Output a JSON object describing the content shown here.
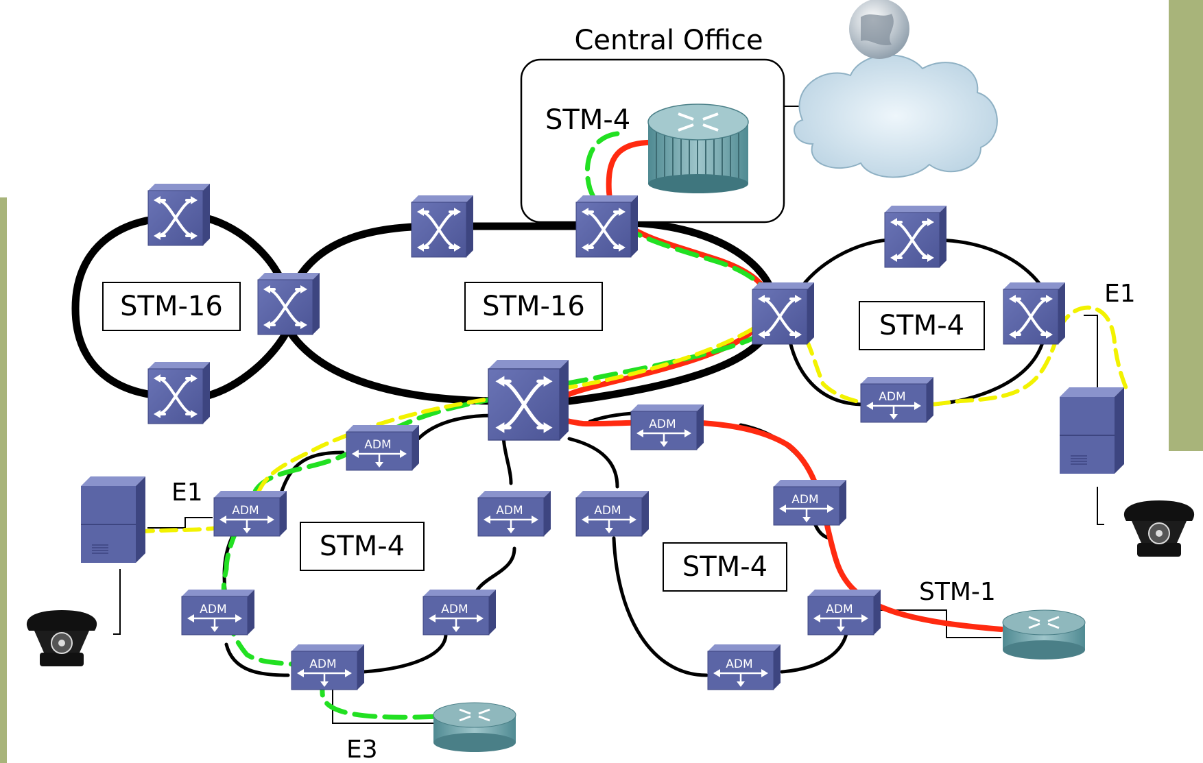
{
  "labels": {
    "central_office": "Central Office",
    "stm4_co": "STM-4",
    "ring_left": "STM-16",
    "ring_mid": "STM-16",
    "ring_right": "STM-4",
    "ring_bl": "STM-4",
    "ring_br": "STM-4",
    "e1_right": "E1",
    "e1_left": "E1",
    "stm1": "STM-1",
    "e3": "E3"
  },
  "adm_label": "ADM",
  "adm_nodes": [
    {
      "name": "adm-right-ring"
    },
    {
      "name": "adm-center-top-left"
    },
    {
      "name": "adm-center-top-right"
    },
    {
      "name": "adm-left-1"
    },
    {
      "name": "adm-mid-1"
    },
    {
      "name": "adm-mid-2"
    },
    {
      "name": "adm-right-1"
    },
    {
      "name": "adm-left-2"
    },
    {
      "name": "adm-mid-3"
    },
    {
      "name": "adm-right-2"
    },
    {
      "name": "adm-bottom-left"
    },
    {
      "name": "adm-bottom-right"
    }
  ],
  "icons": {
    "router_main": "router-icon",
    "router_stm1": "router-icon",
    "router_e3": "router-icon",
    "cloud": "internet-cloud-icon",
    "globe": "globe-icon",
    "server_left": "server-icon",
    "server_right": "server-icon",
    "phone_left": "telephone-icon",
    "phone_right": "telephone-icon",
    "switch": "crossconnect-icon"
  },
  "colors": {
    "path_red": "#ff2a10",
    "path_green": "#22e022",
    "path_yellow": "#f2f200",
    "device_blue": "#5b65a6",
    "side_bar": "#a8b47a"
  }
}
